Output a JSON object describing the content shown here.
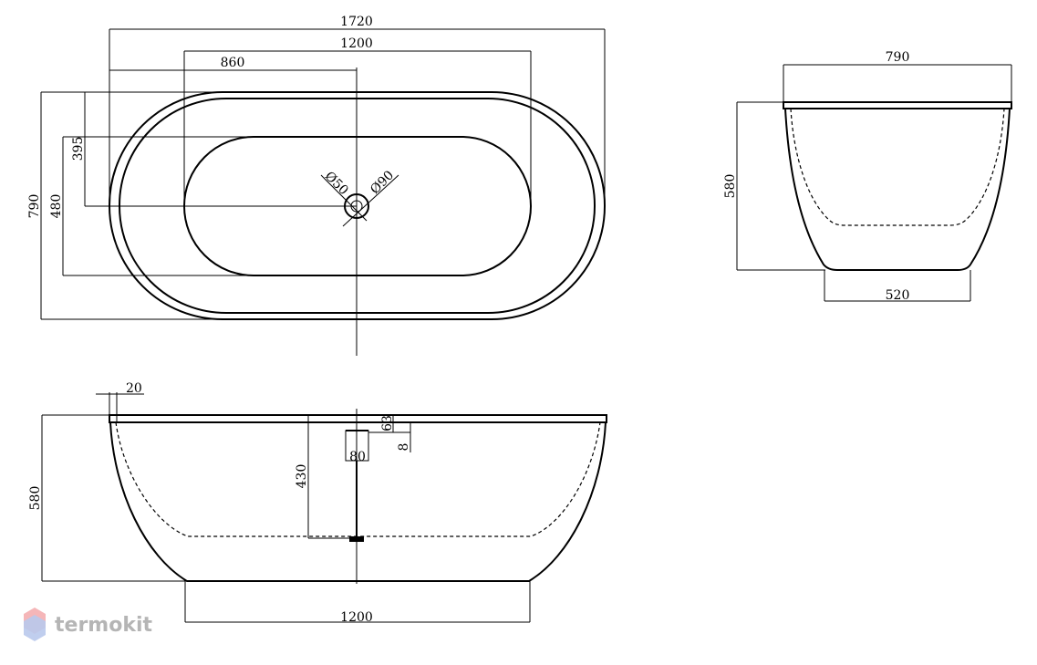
{
  "brand": {
    "name": "termokit",
    "color": "#b5b5b5",
    "icon": "hexagon-logo-icon"
  },
  "top_view": {
    "dims": {
      "total_length": "1720",
      "inner_length": "1200",
      "drain_offset": "860",
      "total_width": "790",
      "inner_width": "480",
      "drain_side": "395",
      "drain_diameter": "Ø50",
      "overflow_diameter": "Ø90"
    }
  },
  "end_view": {
    "dims": {
      "width": "790",
      "height": "580",
      "base_width": "520"
    }
  },
  "side_view": {
    "dims": {
      "rim": "20",
      "height": "580",
      "inner_depth": "430",
      "overflow_a": "63",
      "overflow_b": "8",
      "drain_width": "80",
      "base_length": "1200"
    }
  }
}
